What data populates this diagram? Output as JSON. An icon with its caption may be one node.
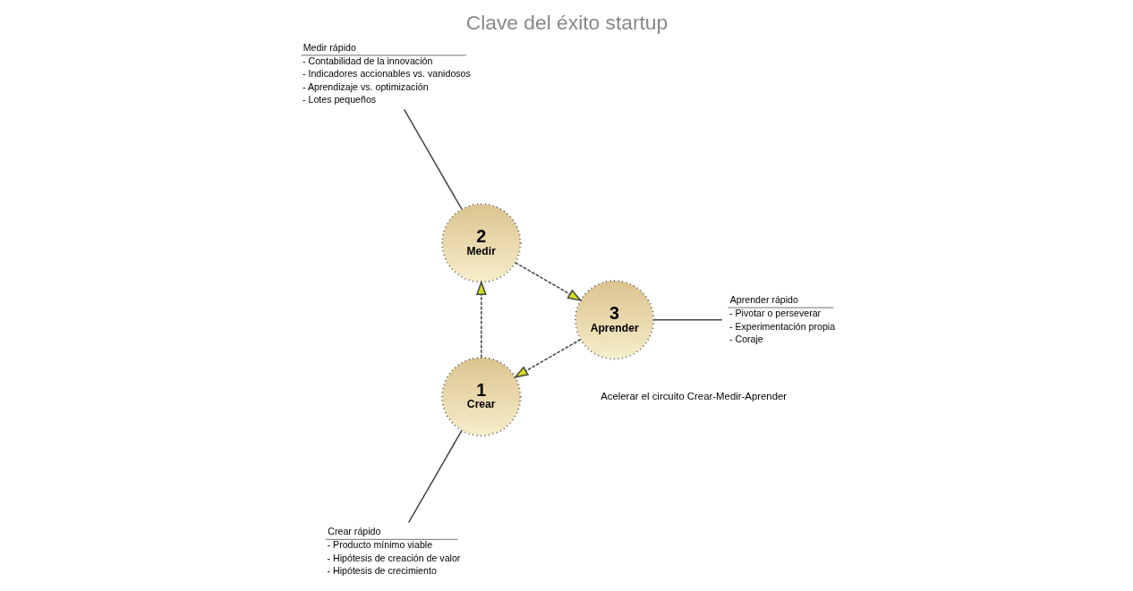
{
  "diagram": {
    "title": "Clave del éxito startup",
    "nodes": [
      {
        "text": [
          "1",
          "Crear"
        ]
      },
      {
        "text": [
          "2",
          "Medir"
        ]
      },
      {
        "text": [
          "3",
          "Aprender"
        ]
      },
      {
        "text": [
          "Crear rápido",
          "- Producto mínimo viable",
          "- Hipótesis de creación de valor",
          "- Hipótesis de crecimiento"
        ]
      },
      {
        "text": [
          "Medir rápido",
          "- Contabilidad de la innovación",
          "- Indicadores accionables vs. vanidosos",
          "- Aprendizaje vs. optimización",
          "- Lotes pequeños"
        ]
      },
      {
        "text": [
          "Aprender rápido",
          "- Pivotar o perseverar",
          "- Experimentación propia",
          "- Coraje"
        ]
      }
    ],
    "edges": [
      {
        "from": 0,
        "to": 1,
        "arrow": "to",
        "style": "dashed"
      },
      {
        "from": 1,
        "to": 2,
        "arrow": "to",
        "style": "dashed"
      },
      {
        "from": 2,
        "to": 0,
        "arrow": "to",
        "style": "dashed"
      },
      {
        "from": 0,
        "to": 3,
        "arrow": "none"
      },
      {
        "from": 1,
        "to": 4,
        "arrow": "none"
      },
      {
        "from": 2,
        "to": 5,
        "arrow": "none"
      }
    ],
    "labels": [
      "Acelerar el circuito Crear-Medir-Aprender"
    ]
  }
}
